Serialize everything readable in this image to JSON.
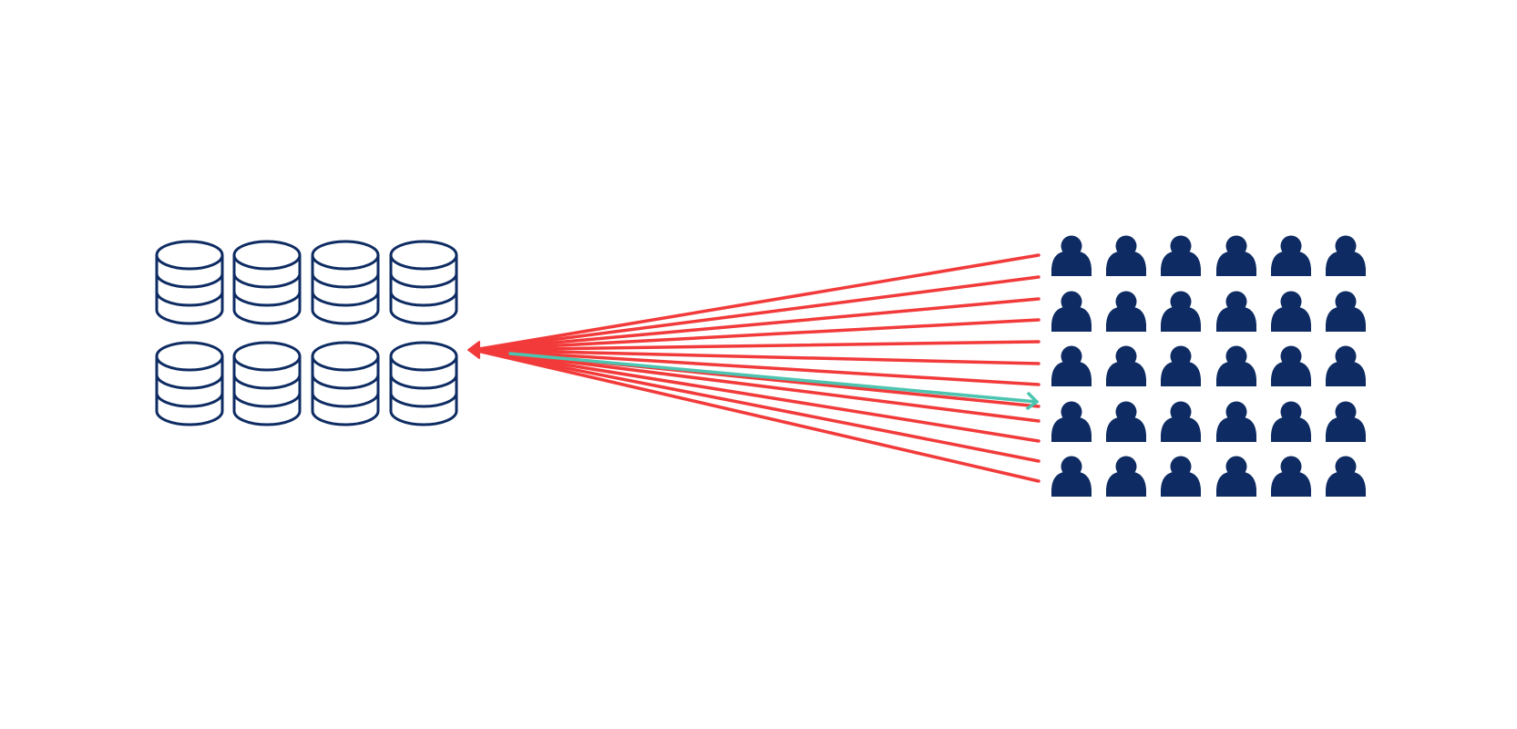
{
  "diagram": {
    "colors": {
      "navy": "#0E2C63",
      "request_red": "#F23A3A",
      "response_teal": "#4CC4B0",
      "background": "#FFFFFF"
    },
    "database_group": {
      "icon": "database-cylinder-icon",
      "rows": 2,
      "columns": 4
    },
    "user_group": {
      "icon": "user-person-icon",
      "rows": 5,
      "columns": 6
    },
    "connections": {
      "red_line_count": 12,
      "teal_arrow_count": 1,
      "red_direction": "users-to-database",
      "teal_direction": "database-to-users"
    }
  }
}
